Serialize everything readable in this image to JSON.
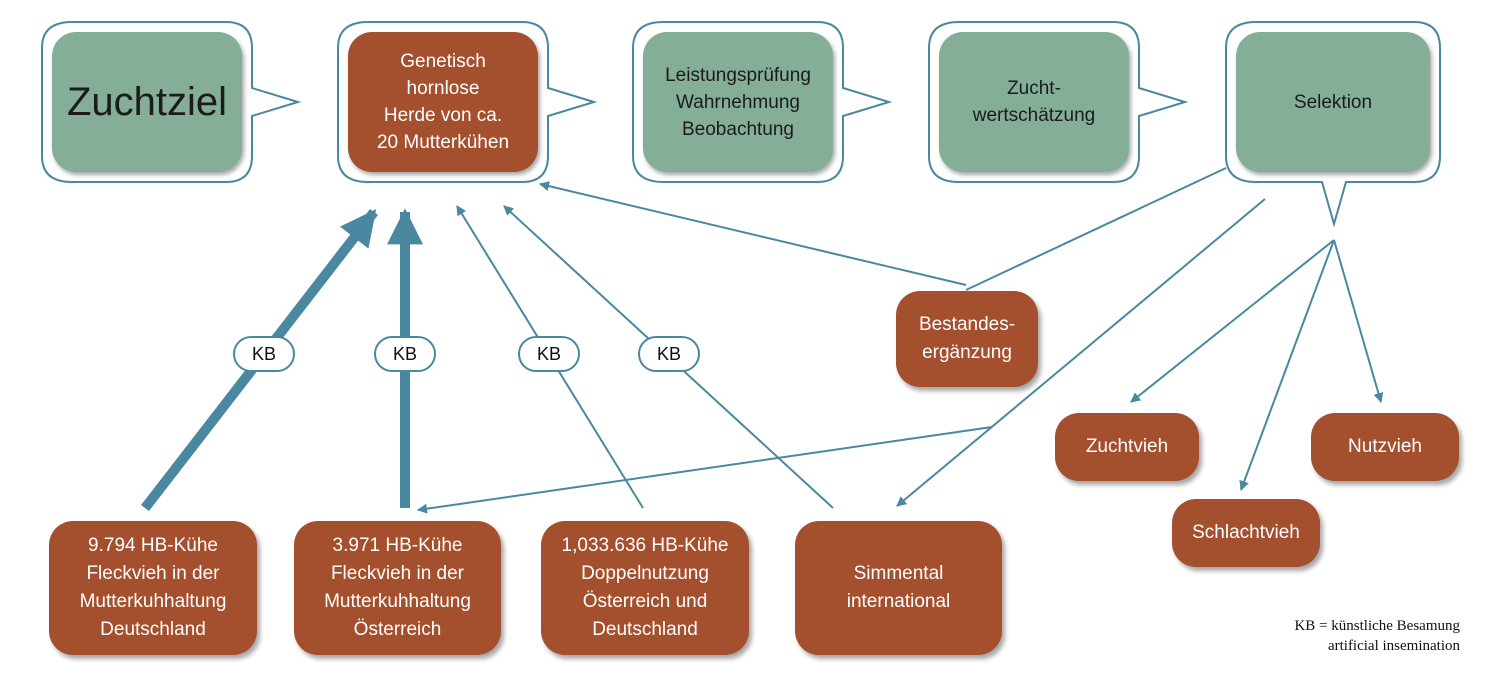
{
  "process": {
    "zuchtziel": "Zuchtziel",
    "herd": "Genetisch\nhornlose\nHerde von ca.\n20 Mutterkühen",
    "leistung": "Leistungsprüfung\nWahrnehmung\nBeobachtung",
    "zuchtwert": "Zucht-\nwertschätzung",
    "selektion": "Selektion"
  },
  "sources": {
    "de": "9.794 HB-Kühe\nFleckvieh in der\nMutterkuhhaltung\nDeutschland",
    "at": "3.971 HB-Kühe\nFleckvieh in der\nMutterkuhhaltung\nÖsterreich",
    "dual": "1,033.636 HB-Kühe\nDoppelnutzung\nÖsterreich und\nDeutschland",
    "simmental": "Simmental\ninternational"
  },
  "outcomes": {
    "bestand": "Bestandes-\nergänzung",
    "zuchtvieh": "Zuchtvieh",
    "nutzvieh": "Nutzvieh",
    "schlachtvieh": "Schlachtvieh"
  },
  "kb_label": "KB",
  "legend": {
    "line1": "KB = künstliche Besamung",
    "line2": "artificial insemination"
  },
  "colors": {
    "green": "#84ae98",
    "rust": "#a44f2d",
    "arrow": "#4a87a0"
  }
}
